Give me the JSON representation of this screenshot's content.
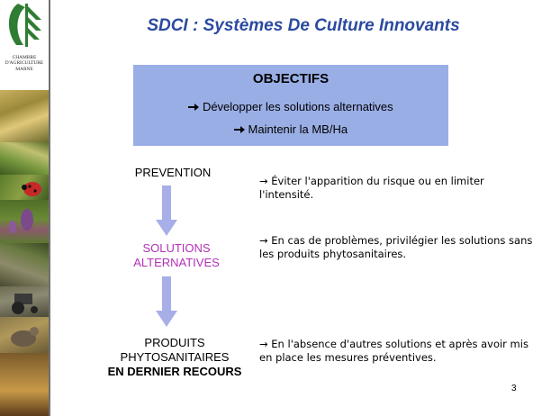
{
  "title": "SDCI : Systèmes De Culture Innovants",
  "logo": {
    "line1": "CHAMBRE",
    "line2": "D'AGRICULTURE",
    "line3": "MARNE"
  },
  "objectives": {
    "heading": "OBJECTIFS",
    "items": [
      "Développer les solutions alternatives",
      "Maintenir la MB/Ha"
    ]
  },
  "steps": {
    "prevention_label": "PREVENTION",
    "prevention_text": "→ Éviter l'apparition du risque ou en limiter l'intensité.",
    "solutions_label_line1": "SOLUTIONS",
    "solutions_label_line2": "ALTERNATIVES",
    "solutions_text": "→ En cas de problèmes, privilégier les solutions sans les produits phytosanitaires.",
    "products_label_line1": "PRODUITS",
    "products_label_line2": "PHYTOSANITAIRES",
    "products_label_line3": "EN DERNIER RECOURS",
    "products_text": "→ En l'absence d'autres solutions et après avoir mis en place les mesures préventives."
  },
  "page_number": "3",
  "colors": {
    "title": "#2b4aa0",
    "objectives_box": "#9aaee6",
    "arrow": "#a7aee8",
    "solutions_label": "#b230b8"
  },
  "icons": {
    "bullet_arrow": "right-arrow-icon",
    "flow_arrow": "down-arrow-icon"
  }
}
